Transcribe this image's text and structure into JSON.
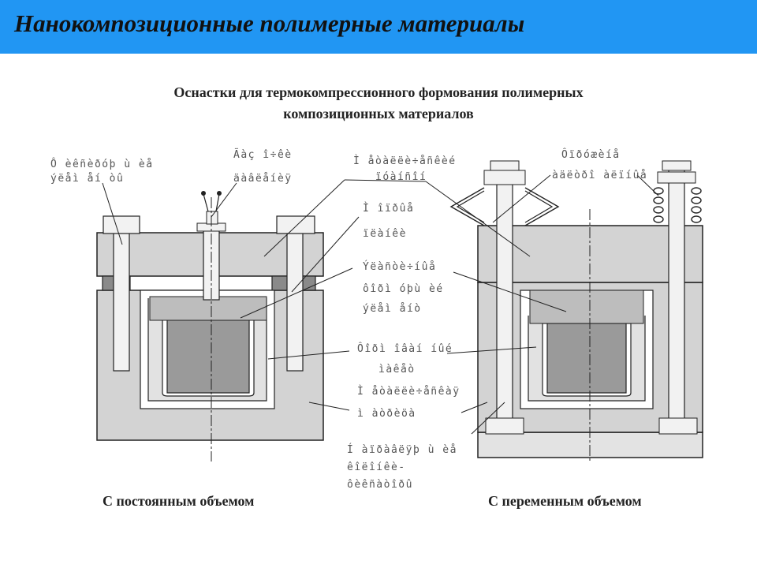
{
  "header": {
    "title": "Нанокомпозиционные полимерные материалы",
    "background": "#2196f3"
  },
  "subtitle": {
    "line1": "Оснастки для термокомпрессионного формования полимерных",
    "line2": "композиционных  материалов"
  },
  "labels": {
    "left1": [
      "Ô èêñèðóþ ù èå",
      "ýëåì åí òû"
    ],
    "left2": [
      "Ãàç î÷êè",
      "äàâëåíèÿ"
    ],
    "center1": [
      "Ì åòàëëè÷åñêèé",
      "ïóàíñîí"
    ],
    "center2": [
      "Ì îïðûå",
      "ïëàíêè"
    ],
    "center3": [
      "Ýëàñòè÷íûå",
      "ôîðì óþù èé",
      "ýëåì åíò"
    ],
    "center4": [
      "Ôîðì îâàí íûé",
      "ìàêåò"
    ],
    "center5": [
      "Ì åòàëëè÷åñêàÿ",
      "ì àòðèöà"
    ],
    "center6": [
      "Í àïðàâëÿþ ù èå",
      "êîëîíêè-",
      "ôèêñàòîðû"
    ],
    "right1": [
      "Ôïðóæèíå",
      "àäëòðî àëïíûå"
    ]
  },
  "captions": {
    "left": "С постоянным  объемом",
    "right": "С переменным  объемом"
  }
}
